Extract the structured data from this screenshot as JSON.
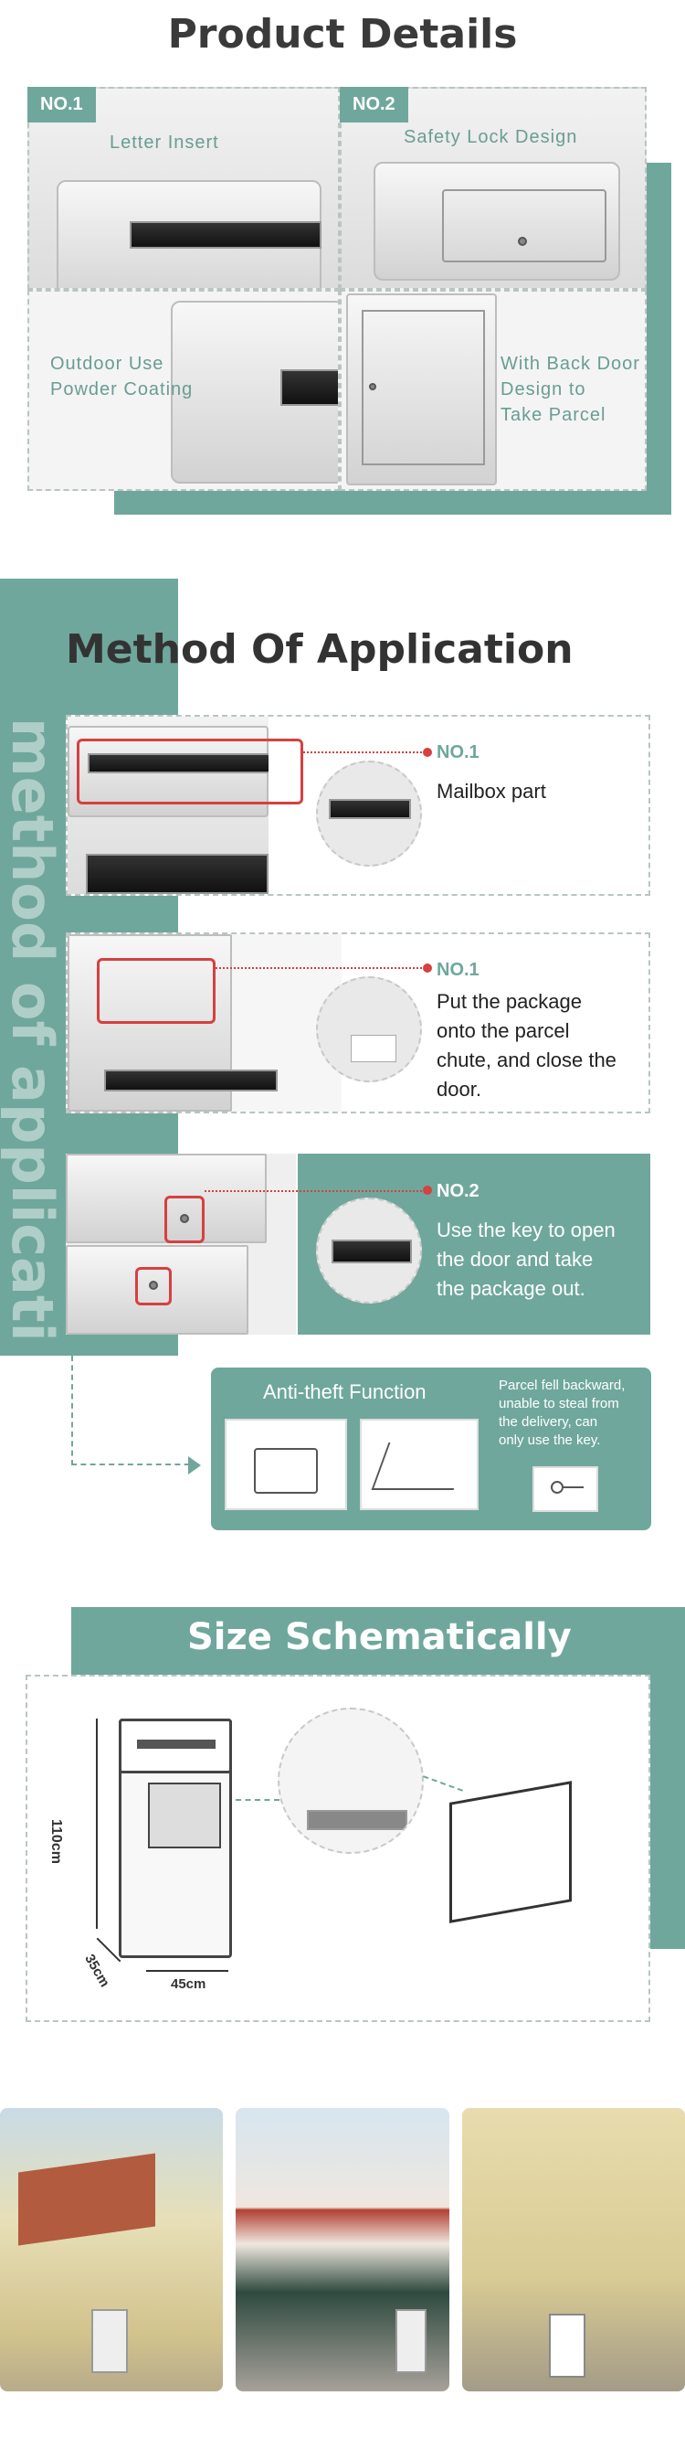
{
  "product_details": {
    "title": "Product Details",
    "items": [
      {
        "tag": "NO.1",
        "caption": "Letter Insert"
      },
      {
        "tag": "NO.2",
        "caption": "Safety Lock Design"
      },
      {
        "caption_lines": [
          "Outdoor Use",
          "Powder Coating"
        ]
      },
      {
        "caption_lines": [
          "With Back Door",
          "Design to",
          "Take Parcel"
        ]
      }
    ]
  },
  "method": {
    "title": "Method Of Application",
    "vertical_text": "method of application",
    "steps": [
      {
        "label": "NO.1",
        "text": "Mailbox part"
      },
      {
        "label": "NO.1",
        "text_lines": [
          "Put the package",
          "onto the parcel",
          "chute, and close the",
          "door."
        ]
      },
      {
        "label": "NO.2",
        "text_lines": [
          "Use the key to open",
          "the door and take",
          "the package out."
        ]
      }
    ],
    "anti_theft": {
      "title": "Anti-theft Function",
      "note_lines": [
        "Parcel fell backward,",
        "unable to steal from",
        "the delivery, can",
        "only use the key."
      ]
    }
  },
  "size": {
    "title": "Size Schematically",
    "height": "110cm",
    "depth": "35cm",
    "width": "45cm"
  },
  "colors": {
    "accent": "#6fa79c",
    "marker": "#d64040"
  }
}
